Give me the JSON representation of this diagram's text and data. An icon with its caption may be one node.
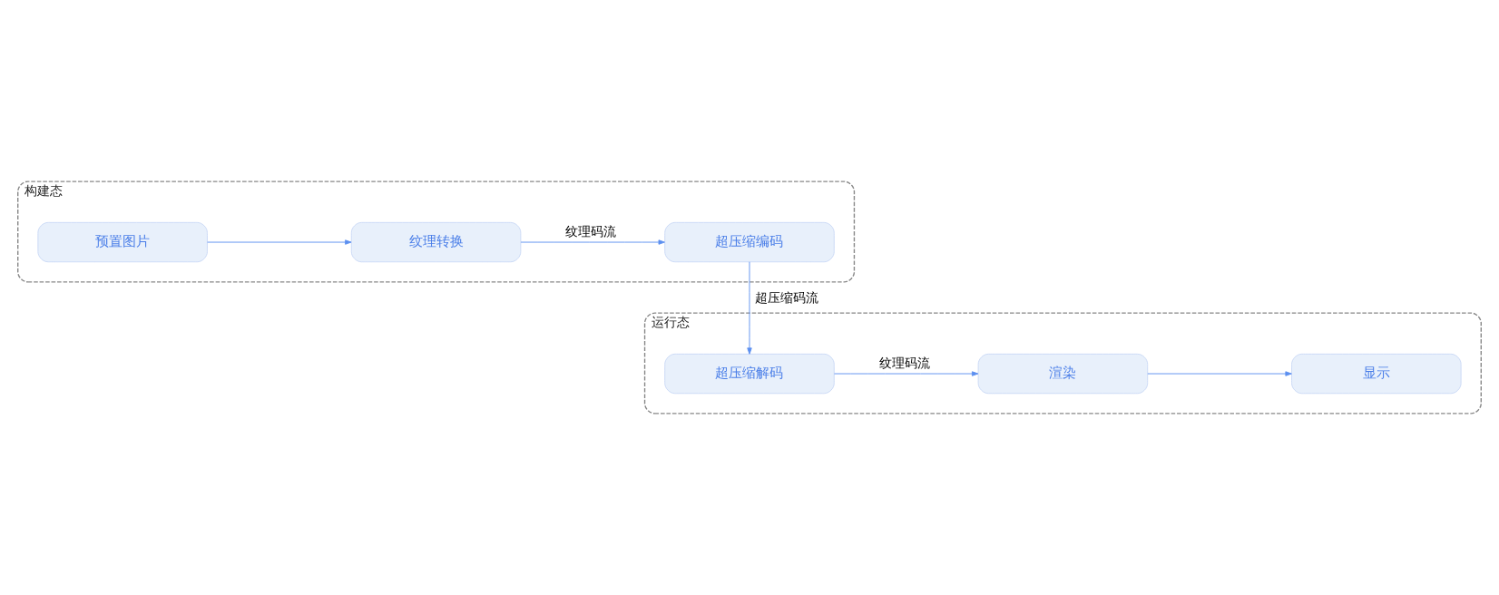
{
  "diagram": {
    "nodes": [
      {
        "text": [
          "构建态"
        ]
      },
      {
        "text": [
          "预置图片"
        ],
        "in": 0
      },
      {
        "text": [
          "纹理转换"
        ],
        "in": 0
      },
      {
        "text": [
          "超压缩编码"
        ],
        "in": 0
      },
      {
        "text": [
          "运行态"
        ]
      },
      {
        "text": [
          "超压缩解码"
        ],
        "in": 4
      },
      {
        "text": [
          "渲染"
        ],
        "in": 4
      },
      {
        "text": [
          "显示"
        ],
        "in": 4
      }
    ],
    "edges": [
      {
        "from": 1,
        "to": 2,
        "arrow": "to"
      },
      {
        "from": 2,
        "to": 3,
        "arrow": "to",
        "label": "纹理码流"
      },
      {
        "from": 3,
        "to": 5,
        "arrow": "to",
        "label": "超压缩码流"
      },
      {
        "from": 5,
        "to": 6,
        "arrow": "to",
        "label": "纹理码流"
      },
      {
        "from": 6,
        "to": 7,
        "arrow": "to"
      }
    ]
  }
}
